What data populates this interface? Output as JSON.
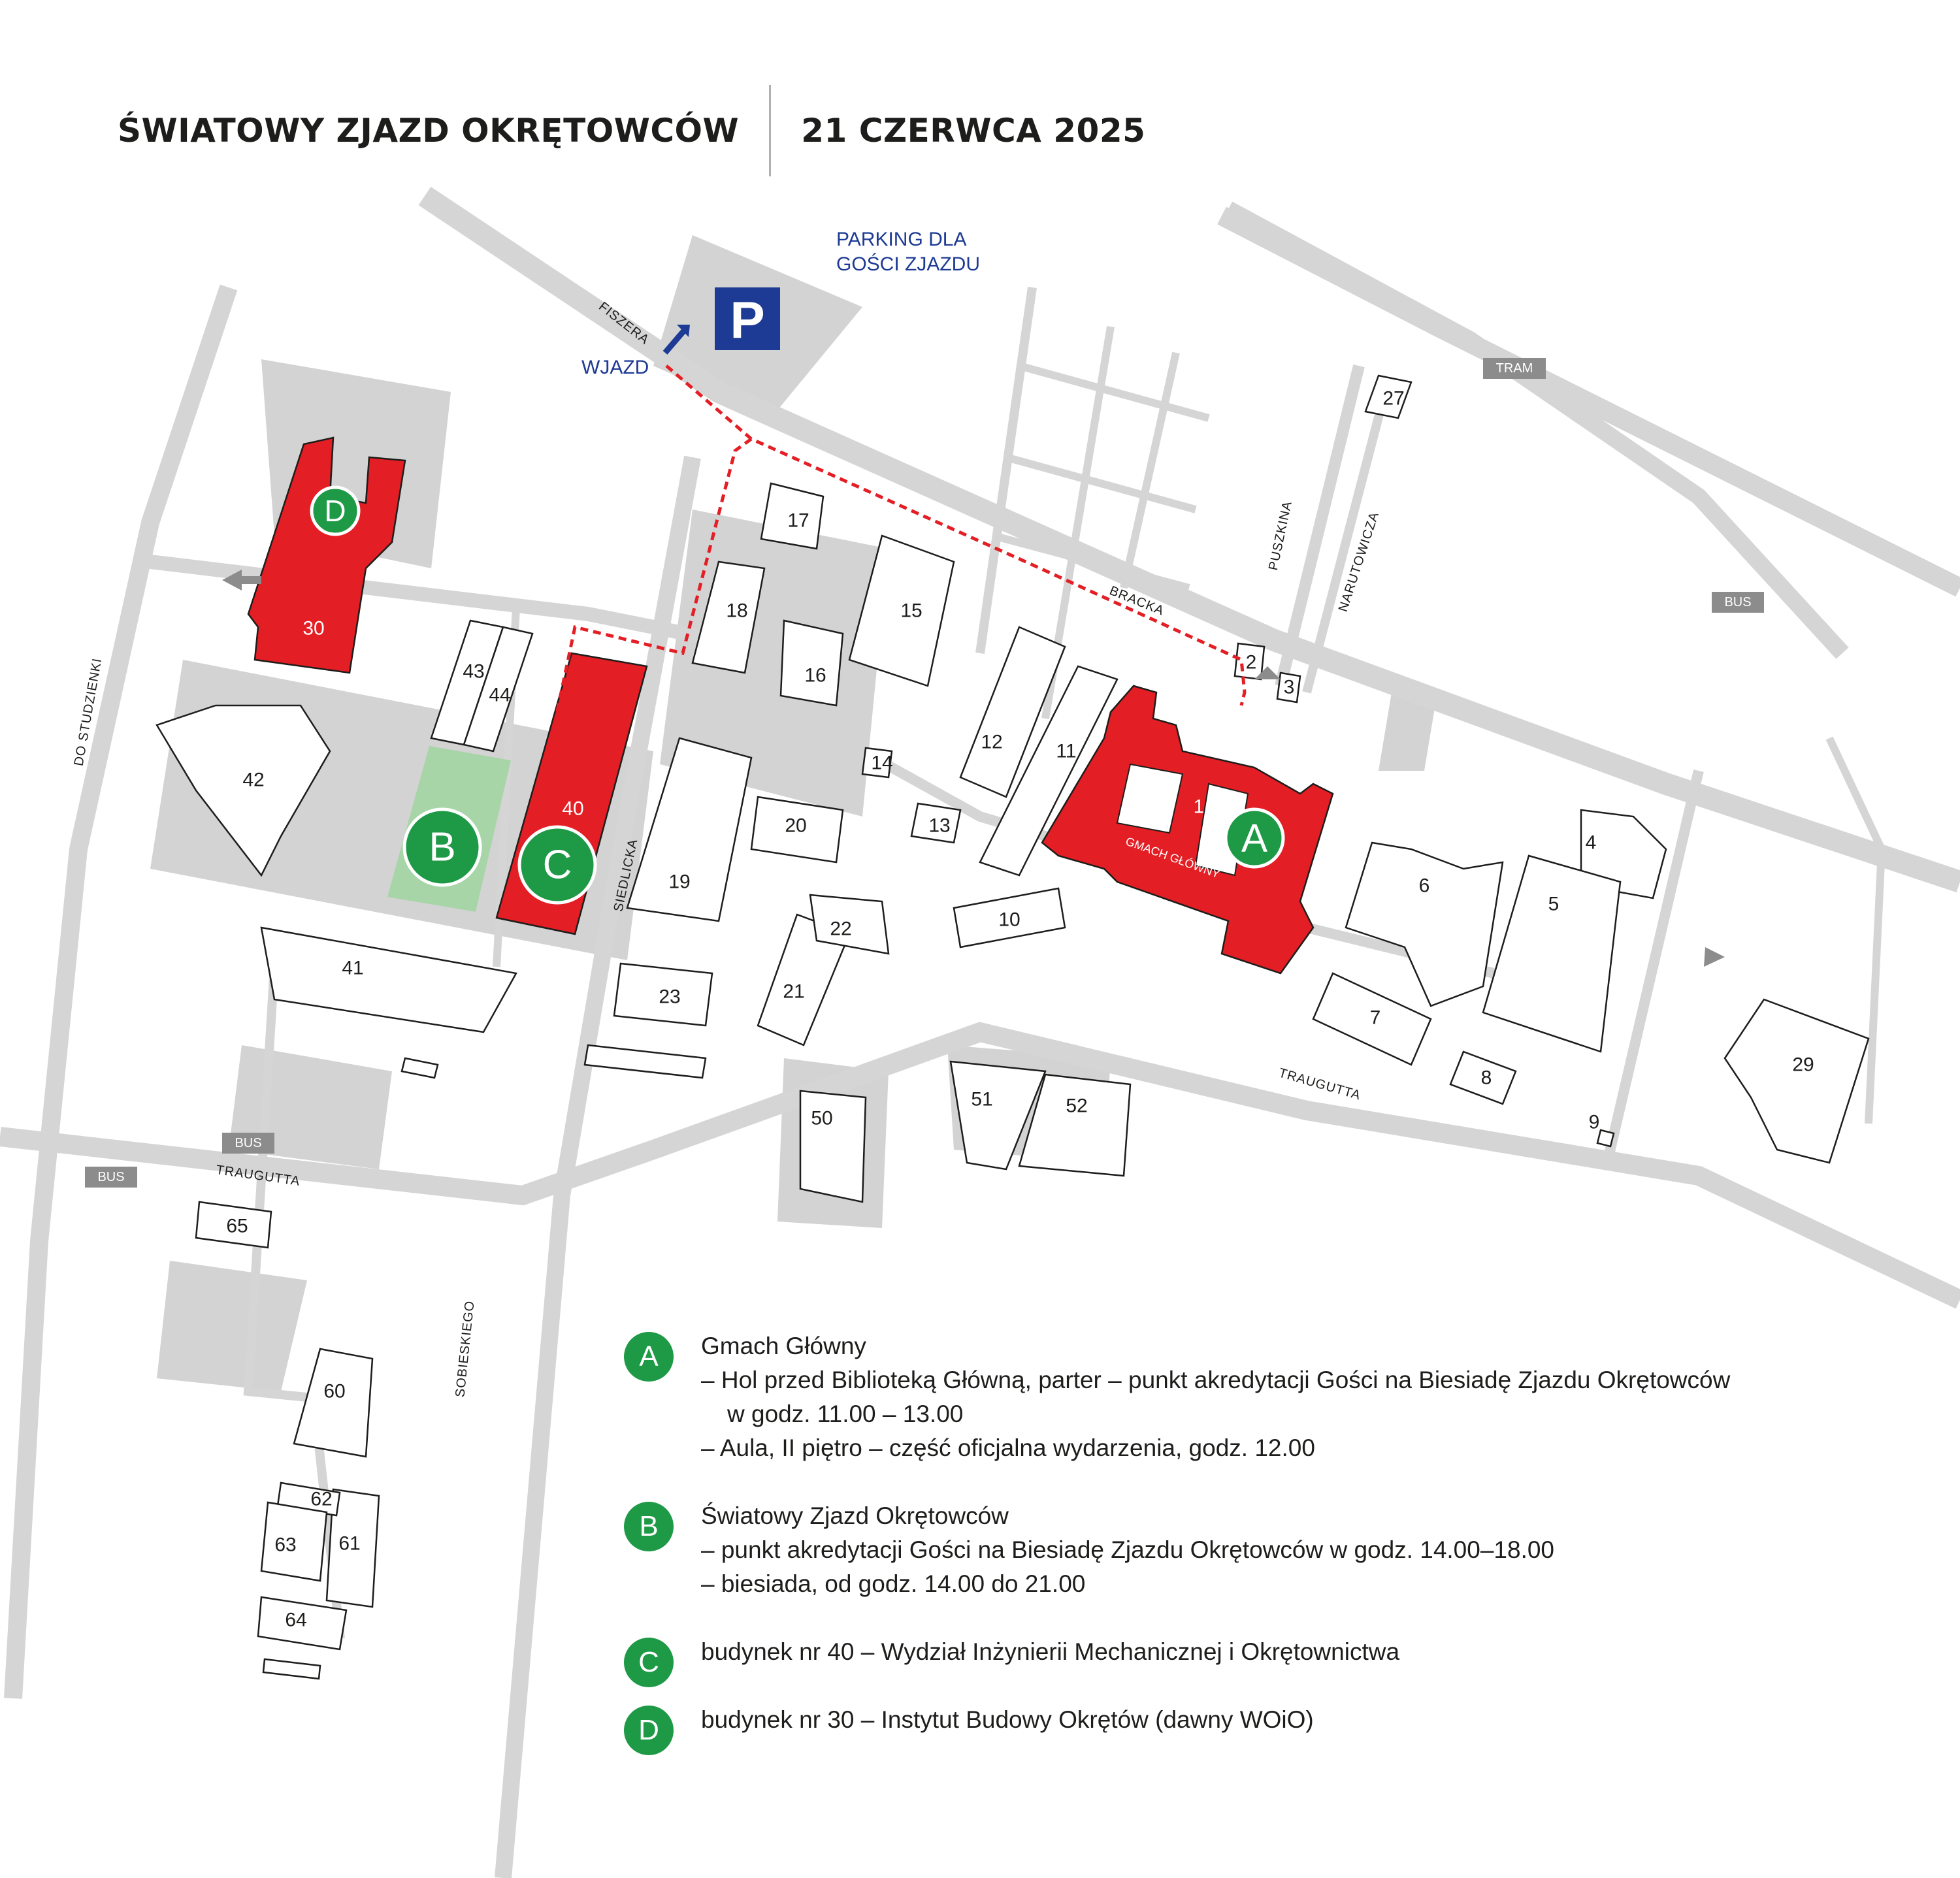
{
  "header": {
    "event_title": "ŚWIATOWY ZJAZD OKRĘTOWCÓW",
    "event_date": "21 CZERWCA 2025"
  },
  "map": {
    "parking_label_line1": "PARKING DLA",
    "parking_label_line2": "GOŚCI ZJAZDU",
    "parking_symbol": "P",
    "entrance_label": "WJAZD",
    "main_building_label": "GMACH GŁÓWNY",
    "transit": {
      "tram": "TRAM",
      "bus": "BUS"
    },
    "streets": {
      "fiszera": "FISZERA",
      "bracka": "BRACKA",
      "puszkina": "PUSZKINA",
      "narutowicza": "NARUTOWICZA",
      "siedlicka": "SIEDLICKA",
      "traugutta": "TRAUGUTTA",
      "do_studzienki": "DO STUDZIENKI",
      "sobieskiego": "SOBIESKIEGO"
    },
    "buildings": {
      "b1": "1",
      "b2": "2",
      "b3": "3",
      "b4": "4",
      "b5": "5",
      "b6": "6",
      "b7": "7",
      "b8": "8",
      "b9": "9",
      "b10": "10",
      "b11": "11",
      "b12": "12",
      "b13": "13",
      "b14": "14",
      "b15": "15",
      "b16": "16",
      "b17": "17",
      "b18": "18",
      "b19": "19",
      "b20": "20",
      "b21": "21",
      "b22": "22",
      "b23": "23",
      "b27": "27",
      "b29": "29",
      "b30": "30",
      "b40": "40",
      "b41": "41",
      "b42": "42",
      "b43": "43",
      "b44": "44",
      "b50": "50",
      "b51": "51",
      "b52": "52",
      "b60": "60",
      "b61": "61",
      "b62": "62",
      "b63": "63",
      "b64": "64",
      "b65": "65"
    },
    "markers": {
      "A": "A",
      "B": "B",
      "C": "C",
      "D": "D"
    },
    "colors": {
      "highlight": "#e31e24",
      "marker": "#1e9a46",
      "venue_area": "#a8d5a8",
      "parking_text": "#1d3a94"
    }
  },
  "legend": [
    {
      "badge": "A",
      "title": "Gmach Główny",
      "lines": [
        "– Hol przed Biblioteką Główną, parter – punkt akredytacji Gości na Biesiadę Zjazdu Okrętowców",
        "w godz. 11.00 – 13.00",
        "– Aula, II piętro – część oficjalna wydarzenia, godz. 12.00"
      ]
    },
    {
      "badge": "B",
      "title": "Światowy Zjazd Okrętowców",
      "lines": [
        "– punkt akredytacji Gości na Biesiadę Zjazdu Okrętowców w godz. 14.00–18.00",
        "– biesiada, od godz. 14.00 do 21.00"
      ]
    },
    {
      "badge": "C",
      "title": "budynek nr 40 – Wydział Inżynierii Mechanicznej i Okrętownictwa",
      "lines": []
    },
    {
      "badge": "D",
      "title": "budynek nr 30 – Instytut Budowy Okrętów (dawny WOiO)",
      "lines": []
    }
  ]
}
